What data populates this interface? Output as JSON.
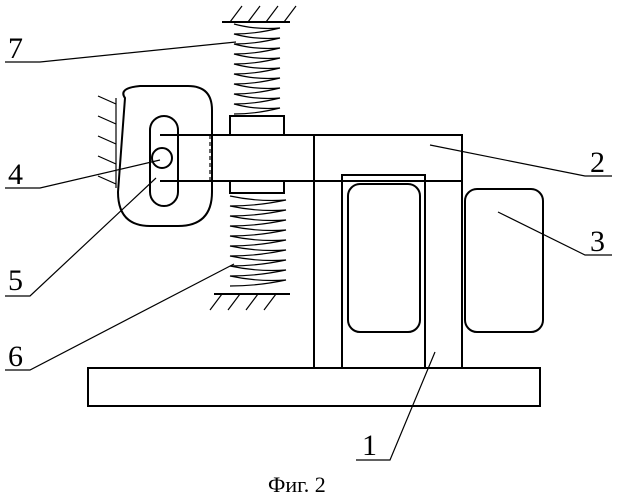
{
  "caption": "Фиг. 2",
  "labels": {
    "l1": "1",
    "l2": "2",
    "l3": "3",
    "l4": "4",
    "l5": "5",
    "l6": "6",
    "l7": "7"
  }
}
